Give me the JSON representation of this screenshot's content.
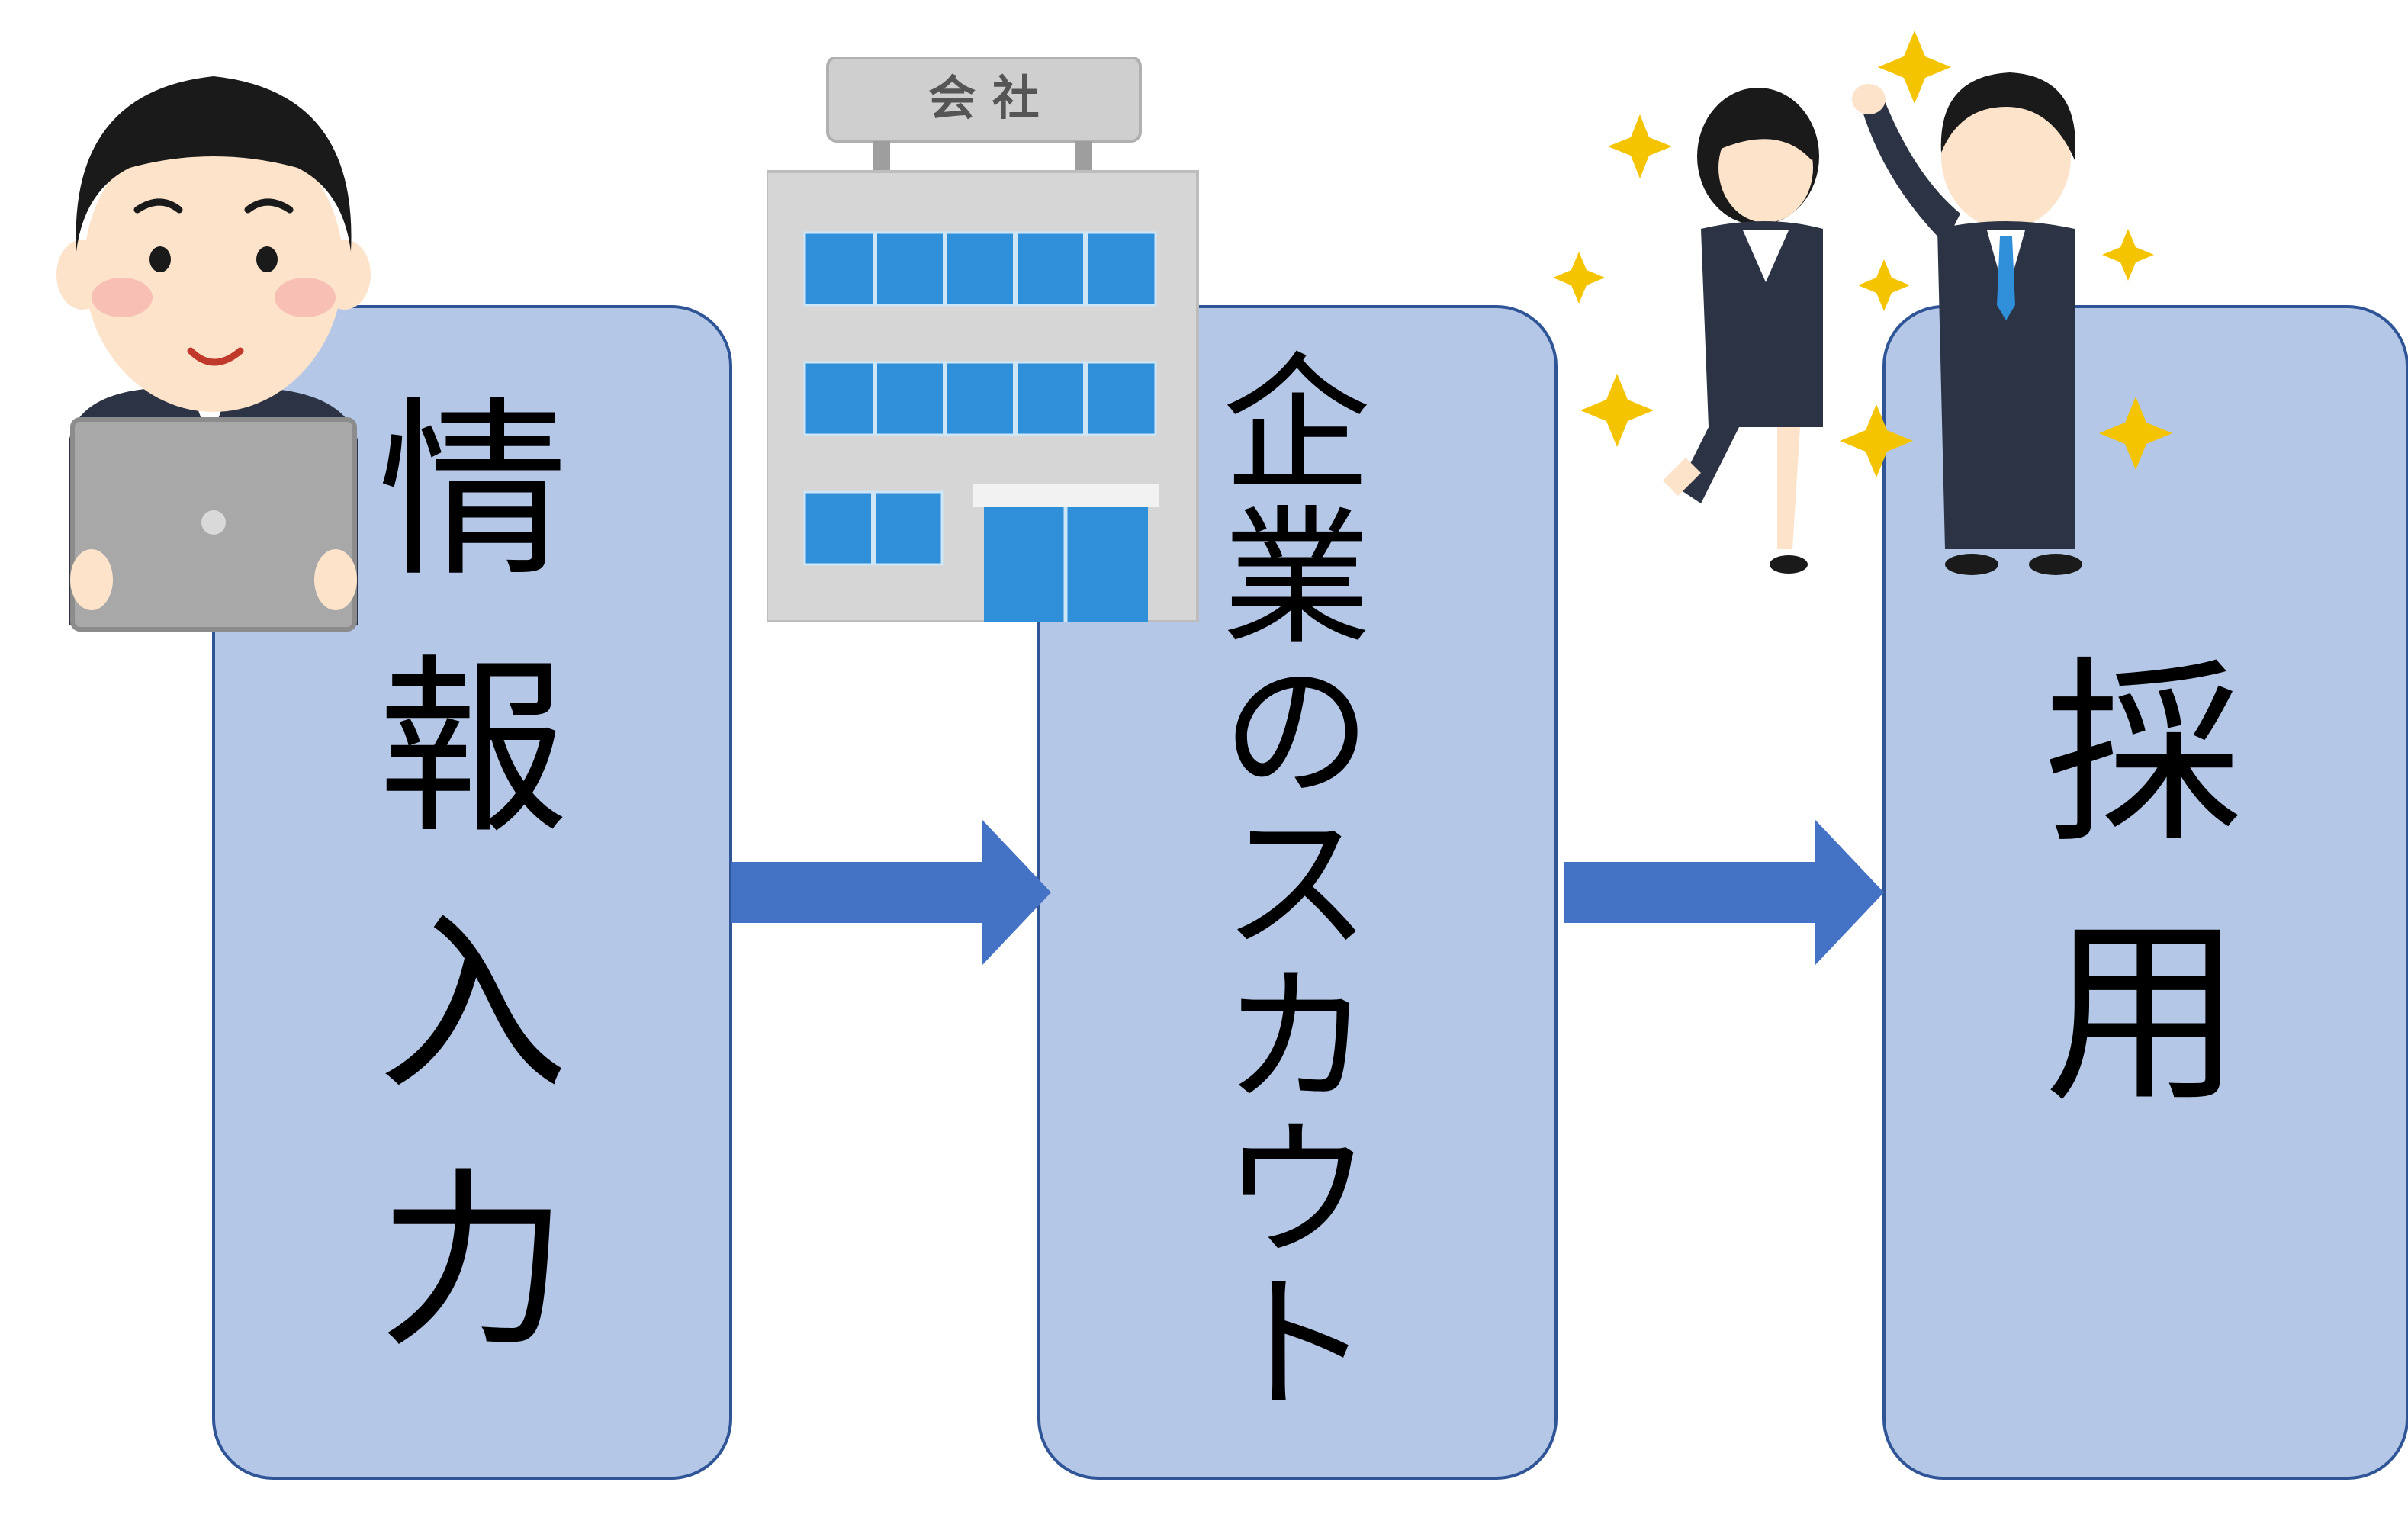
{
  "steps": [
    {
      "id": "info-input",
      "chars": [
        "情",
        "報",
        "入",
        "力"
      ]
    },
    {
      "id": "company-scout",
      "chars": [
        "企",
        "業",
        "の",
        "ス",
        "カ",
        "ウ",
        "ト"
      ]
    },
    {
      "id": "hiring",
      "chars": [
        "採",
        "用"
      ]
    }
  ],
  "building_sign": "会 社",
  "colors": {
    "box_fill": "#b4c7e7",
    "box_border": "#2f5597",
    "arrow_fill": "#4472c4",
    "window_blue": "#2f8fd8",
    "building_gray": "#d6d6d6",
    "suit_navy": "#2b3344",
    "skin": "#fde3c9",
    "star_gold": "#f4c400"
  },
  "icons": [
    "man-with-laptop-illustration",
    "company-building-illustration",
    "celebrating-couple-illustration"
  ]
}
